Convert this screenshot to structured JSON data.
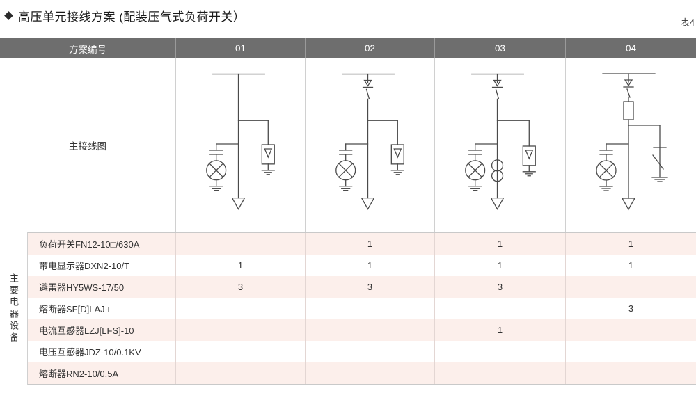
{
  "title": {
    "bullet_icon": "diamond-bullet",
    "text": "高压单元接线方案 (配装压气式负荷开关）",
    "table_number": "表4"
  },
  "table": {
    "header": {
      "row_label": "方案编号",
      "columns": [
        "01",
        "02",
        "03",
        "04"
      ]
    },
    "diagram_row_label": "主接线图",
    "section_label": "主要电器设备",
    "equipment": [
      {
        "name": "负荷开关FN12-10□/630A",
        "values": [
          "",
          "1",
          "1",
          "1"
        ]
      },
      {
        "name": "带电显示器DXN2-10/T",
        "values": [
          "1",
          "1",
          "1",
          "1"
        ]
      },
      {
        "name": "避雷器HY5WS-17/50",
        "values": [
          "3",
          "3",
          "3",
          ""
        ]
      },
      {
        "name": "熔断器SF[D]LAJ-□",
        "values": [
          "",
          "",
          "",
          "3"
        ]
      },
      {
        "name": "电流互感器LZJ[LFS]-10",
        "values": [
          "",
          "",
          "1",
          ""
        ]
      },
      {
        "name": "电压互感器JDZ-10/0.1KV",
        "values": [
          "",
          "",
          "",
          ""
        ]
      },
      {
        "name": "熔断器RN2-10/0.5A",
        "values": [
          "",
          "",
          "",
          ""
        ]
      }
    ]
  },
  "diagrams": [
    {
      "scheme": "01",
      "symbols": [
        "busbar",
        "live-display-indicator",
        "surge-arrester",
        "cable-outgoing-arrow"
      ]
    },
    {
      "scheme": "02",
      "symbols": [
        "busbar",
        "load-switch",
        "live-display-indicator",
        "surge-arrester",
        "cable-outgoing-arrow"
      ]
    },
    {
      "scheme": "03",
      "symbols": [
        "busbar",
        "load-switch",
        "live-display-indicator",
        "current-transformer",
        "surge-arrester",
        "cable-outgoing-arrow"
      ]
    },
    {
      "scheme": "04",
      "symbols": [
        "busbar",
        "load-switch",
        "fuse",
        "live-display-indicator",
        "earthing-switch",
        "cable-outgoing-arrow"
      ]
    }
  ],
  "colors": {
    "header_bg": "#6e6e6e",
    "row_alt_bg": "#fcefeb",
    "line": "#4a4a4a",
    "text": "#333333"
  }
}
